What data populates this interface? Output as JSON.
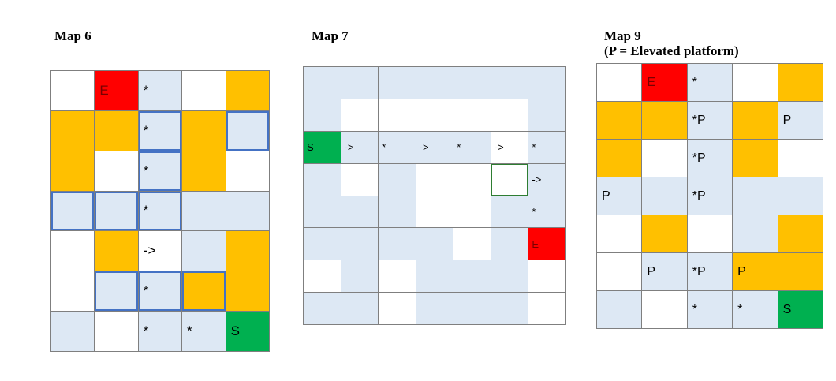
{
  "maps": [
    {
      "title": "Map 6",
      "rows": [
        [
          {
            "c": "w",
            "t": ""
          },
          {
            "c": "r",
            "t": "E"
          },
          {
            "c": "b",
            "t": "*"
          },
          {
            "c": "w",
            "t": ""
          },
          {
            "c": "y",
            "t": ""
          }
        ],
        [
          {
            "c": "y",
            "t": ""
          },
          {
            "c": "y",
            "t": ""
          },
          {
            "c": "b",
            "t": "*",
            "hl": true
          },
          {
            "c": "y",
            "t": ""
          },
          {
            "c": "b",
            "t": "",
            "hl": true
          }
        ],
        [
          {
            "c": "y",
            "t": ""
          },
          {
            "c": "w",
            "t": ""
          },
          {
            "c": "b",
            "t": "*",
            "hl": true
          },
          {
            "c": "y",
            "t": ""
          },
          {
            "c": "w",
            "t": ""
          }
        ],
        [
          {
            "c": "b",
            "t": "",
            "hl": true
          },
          {
            "c": "b",
            "t": "",
            "hl": true
          },
          {
            "c": "b",
            "t": "*",
            "hl": true
          },
          {
            "c": "b",
            "t": ""
          },
          {
            "c": "b",
            "t": ""
          }
        ],
        [
          {
            "c": "w",
            "t": ""
          },
          {
            "c": "y",
            "t": ""
          },
          {
            "c": "w",
            "t": "->"
          },
          {
            "c": "b",
            "t": ""
          },
          {
            "c": "y",
            "t": ""
          }
        ],
        [
          {
            "c": "w",
            "t": ""
          },
          {
            "c": "b",
            "t": "",
            "hl": true
          },
          {
            "c": "b",
            "t": "*",
            "hl": true
          },
          {
            "c": "y",
            "t": "",
            "hl": true
          },
          {
            "c": "y",
            "t": ""
          }
        ],
        [
          {
            "c": "b",
            "t": ""
          },
          {
            "c": "w",
            "t": ""
          },
          {
            "c": "b",
            "t": "*"
          },
          {
            "c": "b",
            "t": "*"
          },
          {
            "c": "g",
            "t": "S"
          }
        ]
      ]
    },
    {
      "title": "Map 7",
      "rows": [
        [
          {
            "c": "b",
            "t": ""
          },
          {
            "c": "b",
            "t": ""
          },
          {
            "c": "b",
            "t": ""
          },
          {
            "c": "b",
            "t": ""
          },
          {
            "c": "b",
            "t": ""
          },
          {
            "c": "b",
            "t": ""
          },
          {
            "c": "b",
            "t": ""
          }
        ],
        [
          {
            "c": "b",
            "t": ""
          },
          {
            "c": "w",
            "t": ""
          },
          {
            "c": "w",
            "t": ""
          },
          {
            "c": "w",
            "t": ""
          },
          {
            "c": "w",
            "t": ""
          },
          {
            "c": "w",
            "t": ""
          },
          {
            "c": "b",
            "t": ""
          }
        ],
        [
          {
            "c": "g",
            "t": "S"
          },
          {
            "c": "b",
            "t": "->"
          },
          {
            "c": "b",
            "t": "*"
          },
          {
            "c": "b",
            "t": "->"
          },
          {
            "c": "b",
            "t": "*"
          },
          {
            "c": "w",
            "t": "->"
          },
          {
            "c": "b",
            "t": "*"
          }
        ],
        [
          {
            "c": "b",
            "t": ""
          },
          {
            "c": "w",
            "t": ""
          },
          {
            "c": "b",
            "t": ""
          },
          {
            "c": "w",
            "t": ""
          },
          {
            "c": "w",
            "t": ""
          },
          {
            "c": "w",
            "t": "",
            "hg": true
          },
          {
            "c": "b",
            "t": "->"
          }
        ],
        [
          {
            "c": "b",
            "t": ""
          },
          {
            "c": "b",
            "t": ""
          },
          {
            "c": "b",
            "t": ""
          },
          {
            "c": "w",
            "t": ""
          },
          {
            "c": "w",
            "t": ""
          },
          {
            "c": "b",
            "t": ""
          },
          {
            "c": "b",
            "t": "*"
          }
        ],
        [
          {
            "c": "b",
            "t": ""
          },
          {
            "c": "b",
            "t": ""
          },
          {
            "c": "b",
            "t": ""
          },
          {
            "c": "b",
            "t": ""
          },
          {
            "c": "w",
            "t": ""
          },
          {
            "c": "b",
            "t": ""
          },
          {
            "c": "r",
            "t": "E"
          }
        ],
        [
          {
            "c": "w",
            "t": ""
          },
          {
            "c": "b",
            "t": ""
          },
          {
            "c": "w",
            "t": ""
          },
          {
            "c": "b",
            "t": ""
          },
          {
            "c": "b",
            "t": ""
          },
          {
            "c": "b",
            "t": ""
          },
          {
            "c": "w",
            "t": ""
          }
        ],
        [
          {
            "c": "b",
            "t": ""
          },
          {
            "c": "b",
            "t": ""
          },
          {
            "c": "w",
            "t": ""
          },
          {
            "c": "b",
            "t": ""
          },
          {
            "c": "b",
            "t": ""
          },
          {
            "c": "b",
            "t": ""
          },
          {
            "c": "w",
            "t": ""
          }
        ]
      ]
    },
    {
      "title": "Map 9",
      "subtitle": "(P = Elevated platform)",
      "rows": [
        [
          {
            "c": "w",
            "t": ""
          },
          {
            "c": "r",
            "t": "E"
          },
          {
            "c": "b",
            "t": "*"
          },
          {
            "c": "w",
            "t": ""
          },
          {
            "c": "y",
            "t": ""
          }
        ],
        [
          {
            "c": "y",
            "t": ""
          },
          {
            "c": "y",
            "t": ""
          },
          {
            "c": "b",
            "t": "*P"
          },
          {
            "c": "y",
            "t": ""
          },
          {
            "c": "b",
            "t": "P"
          }
        ],
        [
          {
            "c": "y",
            "t": ""
          },
          {
            "c": "w",
            "t": ""
          },
          {
            "c": "b",
            "t": "*P"
          },
          {
            "c": "y",
            "t": ""
          },
          {
            "c": "w",
            "t": ""
          }
        ],
        [
          {
            "c": "b",
            "t": "P"
          },
          {
            "c": "b",
            "t": ""
          },
          {
            "c": "b",
            "t": "*P"
          },
          {
            "c": "b",
            "t": ""
          },
          {
            "c": "b",
            "t": ""
          }
        ],
        [
          {
            "c": "w",
            "t": ""
          },
          {
            "c": "y",
            "t": ""
          },
          {
            "c": "w",
            "t": ""
          },
          {
            "c": "b",
            "t": ""
          },
          {
            "c": "y",
            "t": ""
          }
        ],
        [
          {
            "c": "w",
            "t": ""
          },
          {
            "c": "b",
            "t": "P"
          },
          {
            "c": "b",
            "t": "*P"
          },
          {
            "c": "y",
            "t": "P"
          },
          {
            "c": "y",
            "t": ""
          }
        ],
        [
          {
            "c": "b",
            "t": ""
          },
          {
            "c": "w",
            "t": ""
          },
          {
            "c": "b",
            "t": "*"
          },
          {
            "c": "b",
            "t": "*"
          },
          {
            "c": "g",
            "t": "S"
          }
        ]
      ]
    }
  ],
  "colors": {
    "white": "#ffffff",
    "light_blue": "#dde8f4",
    "yellow": "#ffc000",
    "red": "#ff0000",
    "green": "#00b050",
    "highlight_border": "#4472c4"
  }
}
